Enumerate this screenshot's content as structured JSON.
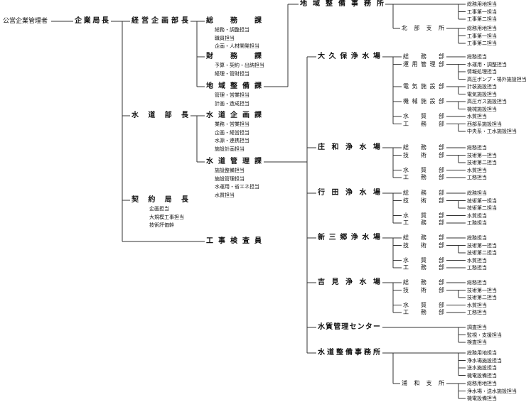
{
  "org": {
    "root": "公営企業管理者",
    "bureau_chief": "企業局長",
    "planning": {
      "name": "経営企画部長",
      "sections": [
        {
          "name": "総務課",
          "items": [
            "総務・調整担当",
            "職員担当",
            "企画・人材開発担当"
          ]
        },
        {
          "name": "財務課",
          "items": [
            "予算・契約・出納担当",
            "経理・管財担当"
          ]
        },
        {
          "name": "地域整備課",
          "items": [
            "管理・営業担当",
            "計画・造成担当"
          ]
        }
      ]
    },
    "water": {
      "name": "水道部長",
      "sections": [
        {
          "name": "水道企画課",
          "items": [
            "業務・営業担当",
            "企画・経営担当",
            "水源・連携担当",
            "施設計画担当"
          ]
        },
        {
          "name": "水道管理課",
          "items": [
            "施設整備担当",
            "施設管理担当",
            "水運用・省エネ担当",
            "水質担当"
          ]
        }
      ]
    },
    "contract": {
      "name": "契約局長",
      "items": [
        "企画担当",
        "大規模工事担当",
        "技術評価幹"
      ]
    },
    "inspector": "工事検査員",
    "regional_office": {
      "name": "地域整備事務所",
      "items": [
        "総務用地担当",
        "工事第一担当",
        "工事第二担当"
      ],
      "branch": {
        "name": "北部支所",
        "items": [
          "総務用地担当",
          "工事第一担当",
          "工事第二担当"
        ]
      }
    },
    "plants": [
      {
        "name": "大久保浄水場",
        "depts": [
          {
            "name": "総務部",
            "items": [
              "総務担当"
            ]
          },
          {
            "name": "運用管理部",
            "items": [
              "水運用・調整担当",
              "情報処理担当",
              "高圧ポンプ・場外施設担当"
            ]
          },
          {
            "name": "電気施設部",
            "items": [
              "計装施設担当",
              "電気施設担当"
            ]
          },
          {
            "name": "機械施設部",
            "items": [
              "高圧ガス施設担当",
              "機械施設担当"
            ]
          },
          {
            "name": "水質部",
            "items": [
              "水質担当"
            ]
          },
          {
            "name": "工務部",
            "items": [
              "西部系施設担当",
              "中央系・工水施設担当"
            ]
          }
        ]
      },
      {
        "name": "庄和浄水場",
        "depts": [
          {
            "name": "総務部",
            "items": [
              "総務担当"
            ]
          },
          {
            "name": "技術部",
            "items": [
              "技術第一担当",
              "技術第二担当"
            ]
          },
          {
            "name": "水質部",
            "items": [
              "水質担当"
            ]
          },
          {
            "name": "工務部",
            "items": [
              "工務担当"
            ]
          }
        ]
      },
      {
        "name": "行田浄水場",
        "depts": [
          {
            "name": "総務部",
            "items": [
              "総務担当"
            ]
          },
          {
            "name": "技術部",
            "items": [
              "技術第一担当",
              "技術第二担当"
            ]
          },
          {
            "name": "水質部",
            "items": [
              "水質担当"
            ]
          },
          {
            "name": "工務部",
            "items": [
              "工務担当"
            ]
          }
        ]
      },
      {
        "name": "新三郷浄水場",
        "depts": [
          {
            "name": "総務部",
            "items": [
              "総務担当"
            ]
          },
          {
            "name": "技術部",
            "items": [
              "技術第一担当",
              "技術第二担当"
            ]
          },
          {
            "name": "水質部",
            "items": [
              "水質担当"
            ]
          },
          {
            "name": "工務部",
            "items": [
              "工務担当"
            ]
          }
        ]
      },
      {
        "name": "吉見浄水場",
        "depts": [
          {
            "name": "総務部",
            "items": [
              "総務担当"
            ]
          },
          {
            "name": "技術部",
            "items": [
              "技術第一担当",
              "技術第二担当"
            ]
          },
          {
            "name": "水質部",
            "items": [
              "水質担当"
            ]
          },
          {
            "name": "工務部",
            "items": [
              "工務担当"
            ]
          }
        ]
      }
    ],
    "quality_center": {
      "name": "水質管理センター",
      "items": [
        "調査担当",
        "監視・支援担当",
        "検査担当"
      ]
    },
    "maintenance_office": {
      "name": "水道整備事務所",
      "items": [
        "総務用地担当",
        "浄水場施設担当",
        "送水施設担当",
        "機電設備担当"
      ],
      "branch": {
        "name": "浦和支所",
        "items": [
          "総務用地担当",
          "浄水場・送水施設担当",
          "機電設備担当"
        ]
      }
    }
  }
}
